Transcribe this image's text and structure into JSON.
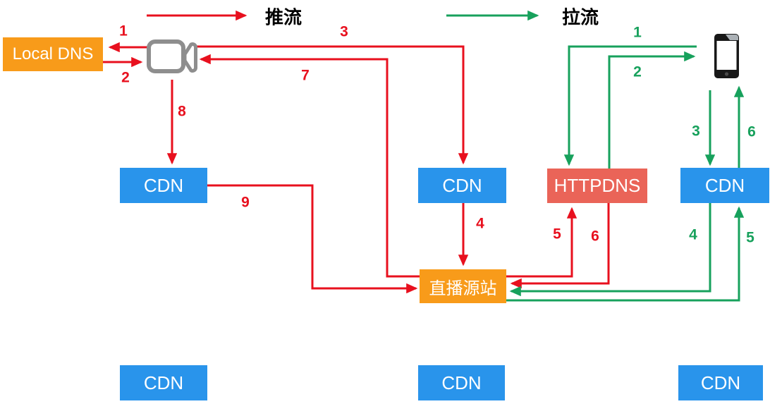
{
  "legend": {
    "push": {
      "label": "推流"
    },
    "pull": {
      "label": "拉流"
    }
  },
  "nodes": {
    "local_dns": {
      "label": "Local DNS"
    },
    "cdn": {
      "label": "CDN"
    },
    "httpdns": {
      "label": "HTTPDNS"
    },
    "origin": {
      "label": "直播源站"
    }
  },
  "icons": {
    "camera": "video-camera-icon",
    "phone": "smartphone-icon"
  },
  "push_flow": {
    "steps": [
      "1",
      "2",
      "3",
      "4",
      "5",
      "6",
      "7",
      "8",
      "9"
    ]
  },
  "pull_flow": {
    "steps": [
      "1",
      "2",
      "3",
      "4",
      "5",
      "6"
    ]
  },
  "colors": {
    "push": "#E8101E",
    "pull": "#17A15C",
    "cdn_blue": "#2994EB",
    "orange": "#F89B1A",
    "httpdns_red": "#EA6458",
    "cam_gray": "#8E8E8E",
    "legend_text": "#000000"
  }
}
